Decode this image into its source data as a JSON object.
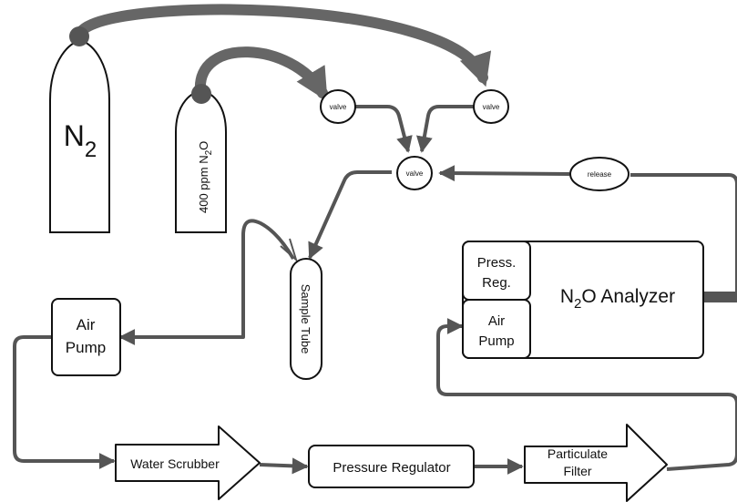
{
  "cylinders": {
    "n2": {
      "main": "N",
      "sub": "2"
    },
    "n2o": {
      "prefix": "400 ppm N",
      "sub": "2",
      "suffix": "O"
    }
  },
  "valves": {
    "valve_left": "valve",
    "valve_right": "valve",
    "valve_center": "valve",
    "release": "release"
  },
  "sample_tube": "Sample Tube",
  "air_pump_left": {
    "line1": "Air",
    "line2": "Pump"
  },
  "analyzer_unit": {
    "press_reg": {
      "line1": "Press.",
      "line2": "Reg."
    },
    "air_pump": {
      "line1": "Air",
      "line2": "Pump"
    },
    "analyzer": {
      "prefix": "N",
      "sub": "2",
      "suffix": "O Analyzer"
    }
  },
  "bottom_row": {
    "water_scrubber": "Water Scrubber",
    "pressure_regulator": "Pressure Regulator",
    "particulate_filter": {
      "line1": "Particulate",
      "line2": "Filter"
    }
  },
  "colors": {
    "line": "#555555",
    "heavy_line": "#666666",
    "outline": "#111111",
    "fill": "#ffffff"
  }
}
